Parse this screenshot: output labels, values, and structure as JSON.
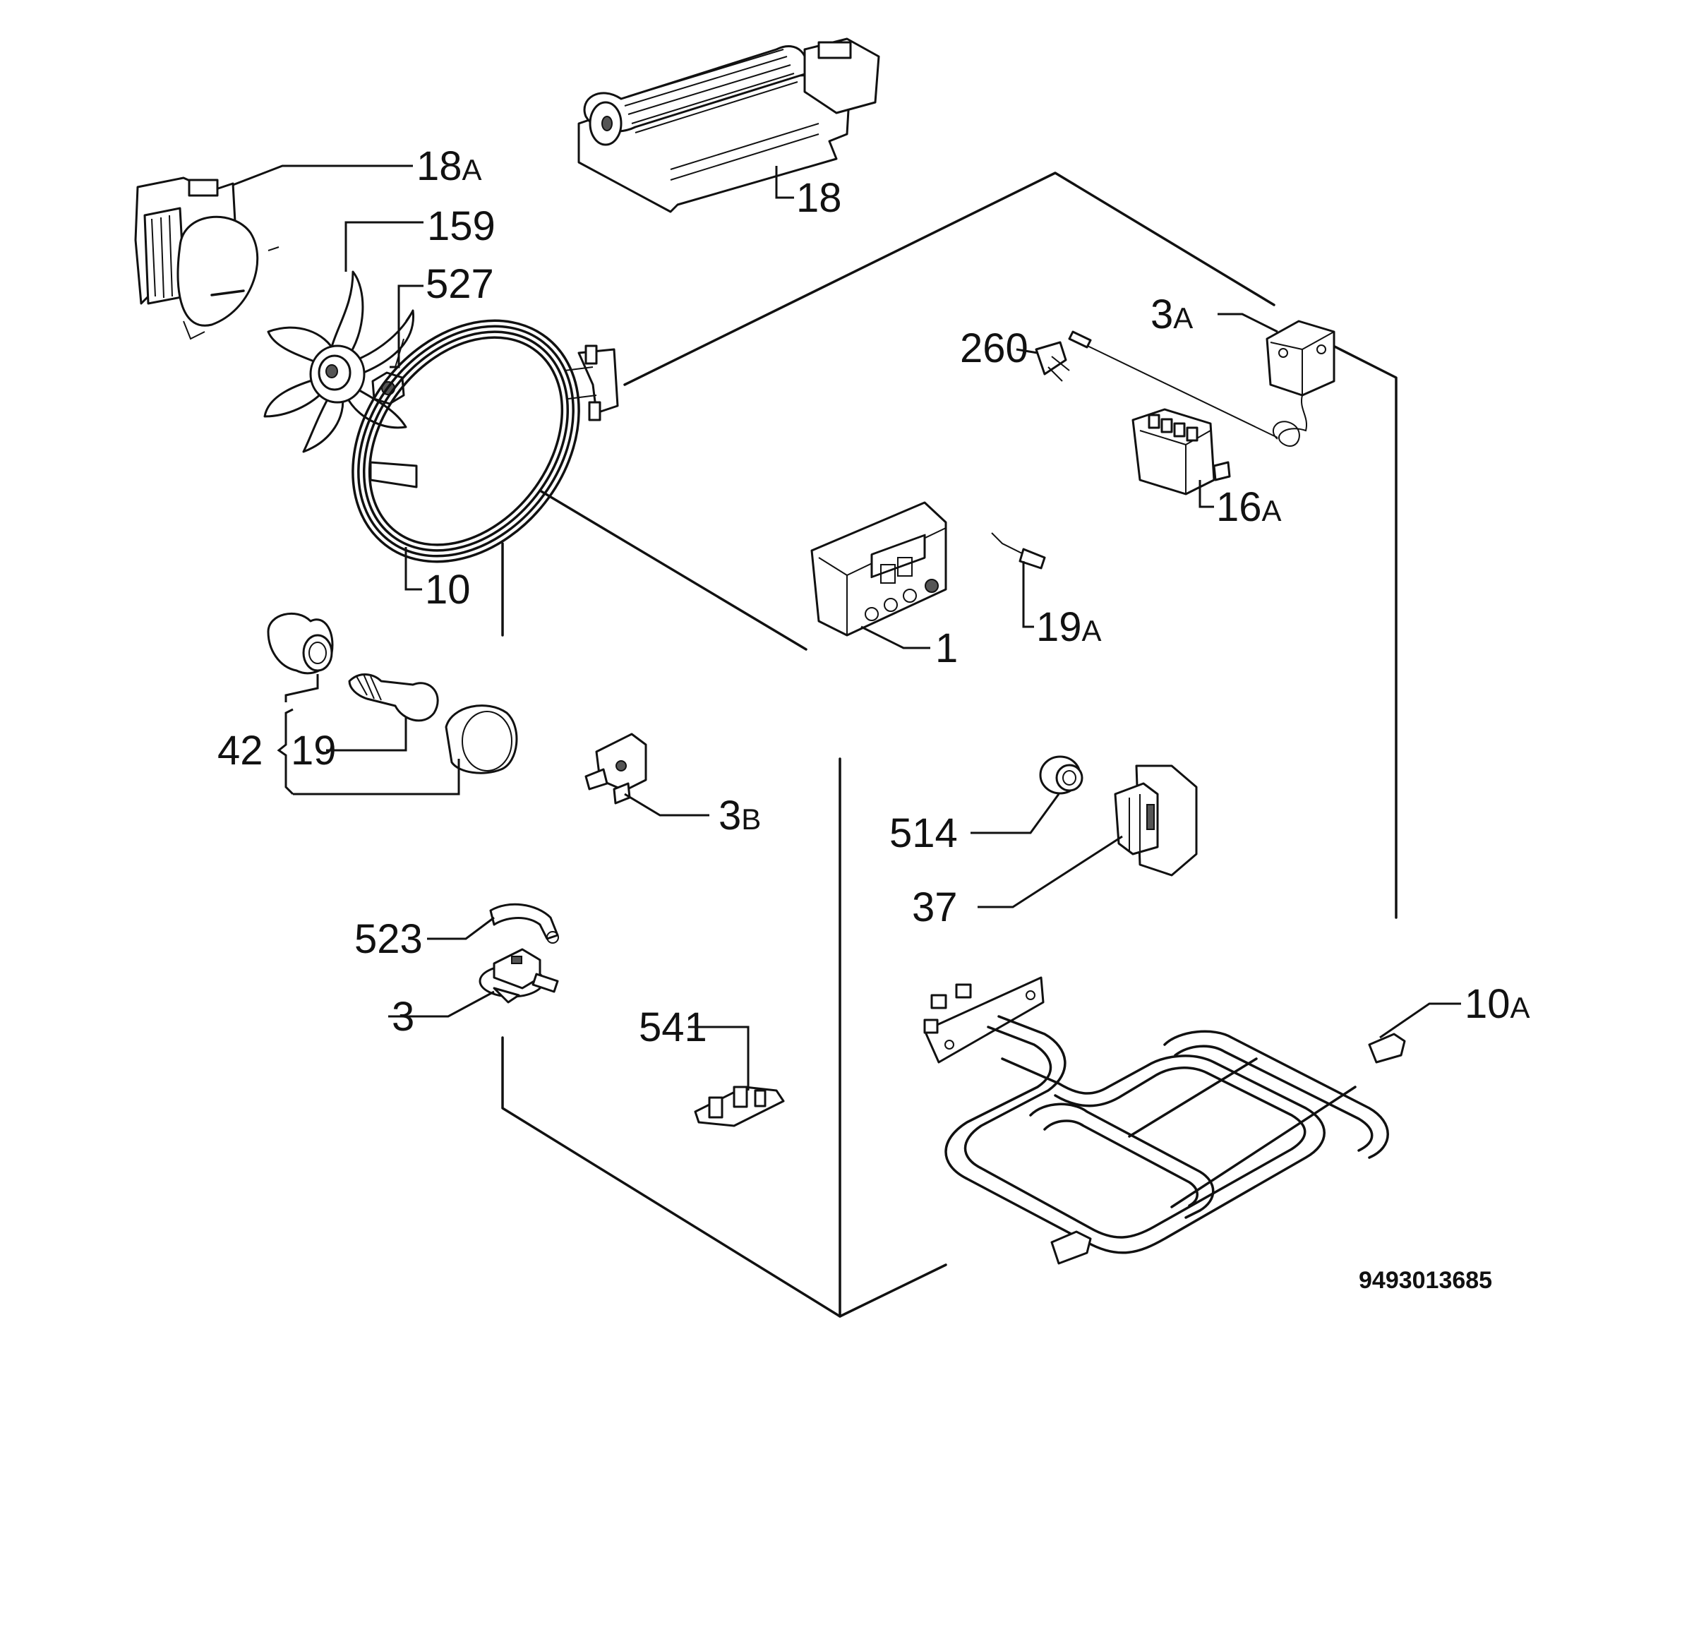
{
  "diagram": {
    "labels": {
      "l18a": {
        "num": "18",
        "suf": "A"
      },
      "l18": {
        "num": "18",
        "suf": ""
      },
      "l159": {
        "num": "159",
        "suf": ""
      },
      "l527": {
        "num": "527",
        "suf": ""
      },
      "l3a": {
        "num": "3",
        "suf": "A"
      },
      "l260": {
        "num": "260",
        "suf": ""
      },
      "l16a": {
        "num": "16",
        "suf": "A"
      },
      "l10": {
        "num": "10",
        "suf": ""
      },
      "l1": {
        "num": "1",
        "suf": ""
      },
      "l19a": {
        "num": "19",
        "suf": "A"
      },
      "l42": {
        "num": "42",
        "suf": ""
      },
      "l19": {
        "num": "19",
        "suf": ""
      },
      "l3b": {
        "num": "3",
        "suf": "B"
      },
      "l514": {
        "num": "514",
        "suf": ""
      },
      "l37": {
        "num": "37",
        "suf": ""
      },
      "l523": {
        "num": "523",
        "suf": ""
      },
      "l3": {
        "num": "3",
        "suf": ""
      },
      "l541": {
        "num": "541",
        "suf": ""
      },
      "l10a": {
        "num": "10",
        "suf": "A"
      }
    },
    "drawing_code": "9493013685"
  }
}
